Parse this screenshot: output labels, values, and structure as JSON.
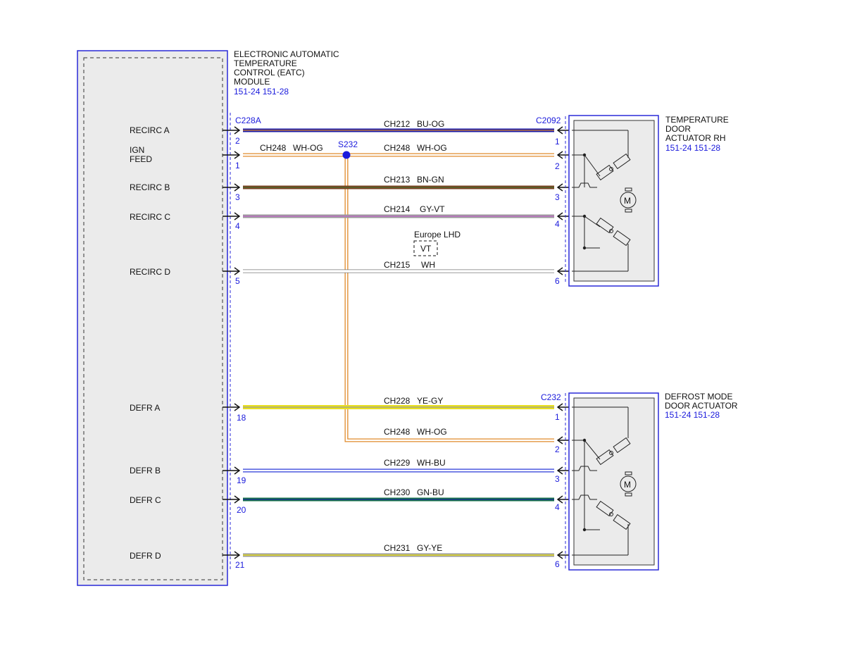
{
  "module": {
    "title_lines": [
      "ELECTRONIC AUTOMATIC",
      "TEMPERATURE",
      "CONTROL (EATC)",
      "MODULE"
    ],
    "refs": "151-24  151-28",
    "connector": "C228A"
  },
  "pins_left": [
    {
      "signal_lines": [
        "RECIRC A"
      ],
      "pin": "2"
    },
    {
      "signal_lines": [
        "IGN",
        "FEED"
      ],
      "pin": "1"
    },
    {
      "signal_lines": [
        "RECIRC B"
      ],
      "pin": "3"
    },
    {
      "signal_lines": [
        "RECIRC C"
      ],
      "pin": "4"
    },
    {
      "signal_lines": [
        "RECIRC D"
      ],
      "pin": "5"
    },
    {
      "signal_lines": [
        "DEFR A"
      ],
      "pin": "18"
    },
    {
      "signal_lines": [
        "DEFR B"
      ],
      "pin": "19"
    },
    {
      "signal_lines": [
        "DEFR C"
      ],
      "pin": "20"
    },
    {
      "signal_lines": [
        "DEFR D"
      ],
      "pin": "21"
    }
  ],
  "actuators": [
    {
      "title_lines": [
        "TEMPERATURE",
        "DOOR",
        "ACTUATOR RH"
      ],
      "refs": "151-24  151-28",
      "connector": "C2092",
      "pins": [
        "1",
        "2",
        "3",
        "4",
        "6"
      ]
    },
    {
      "title_lines": [
        "DEFROST MODE",
        "DOOR ACTUATOR"
      ],
      "refs": "151-24  151-28",
      "connector": "C232",
      "pins": [
        "1",
        "2",
        "3",
        "4",
        "6"
      ]
    }
  ],
  "splice": {
    "label": "S232"
  },
  "option": {
    "label": "Europe LHD",
    "box": "VT"
  },
  "motor_symbol": "M",
  "wires": [
    {
      "circuit": "CH212",
      "color": "BU-OG",
      "base": "#1b1ba8",
      "stripe": "#e08a2a"
    },
    {
      "circuit": "CH248",
      "color": "WH-OG",
      "base": "#ffffff",
      "stripe": "#e08a2a"
    },
    {
      "circuit": "CH248",
      "color": "WH-OG",
      "base": "#ffffff",
      "stripe": "#e08a2a"
    },
    {
      "circuit": "CH213",
      "color": "BN-GN",
      "base": "#7a4020",
      "stripe": "#3c7d35"
    },
    {
      "circuit": "CH214",
      "color": "GY-VT",
      "base": "#9a9a9a",
      "stripe": "#c070c8"
    },
    {
      "circuit": "CH215",
      "color": "WH",
      "base": "#ffffff",
      "stripe": "#ffffff"
    },
    {
      "circuit": "CH228",
      "color": "YE-GY",
      "base": "#e8e020",
      "stripe": "#9a9a9a"
    },
    {
      "circuit": "CH248",
      "color": "WH-OG",
      "base": "#ffffff",
      "stripe": "#e08a2a"
    },
    {
      "circuit": "CH229",
      "color": "WH-BU",
      "base": "#ffffff",
      "stripe": "#2a3ad8"
    },
    {
      "circuit": "CH230",
      "color": "GN-BU",
      "base": "#17704a",
      "stripe": "#1a2a9a"
    },
    {
      "circuit": "CH231",
      "color": "GY-YE",
      "base": "#9a9a9a",
      "stripe": "#e8e020"
    }
  ],
  "colors": {
    "frame": "#2a2ad8",
    "text_blue": "#1a1adc"
  }
}
